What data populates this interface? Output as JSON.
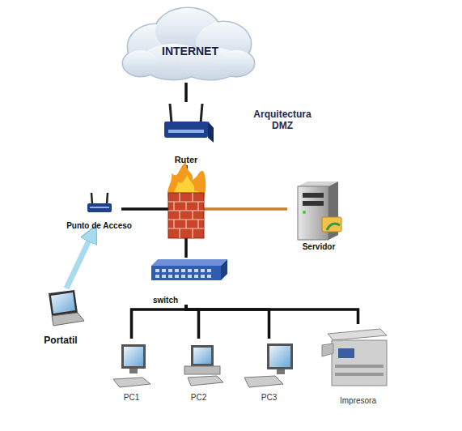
{
  "diagram": {
    "title": "Arquitectura DMZ",
    "nodes": [
      {
        "text": [
          "INTERNET"
        ]
      },
      {
        "text": [
          "Ruter"
        ]
      },
      {
        "text": [
          "Punto de Acceso"
        ]
      },
      {
        "text": [
          "Servidor"
        ]
      },
      {
        "text": [
          "switch"
        ]
      },
      {
        "text": [
          "Portatil"
        ]
      },
      {
        "text": [
          "PC1"
        ]
      },
      {
        "text": [
          "PC2"
        ]
      },
      {
        "text": [
          "PC3"
        ]
      },
      {
        "text": [
          "Impresora"
        ]
      }
    ],
    "edges": [
      {
        "from": 0,
        "to": 1,
        "arrow": "none"
      },
      {
        "from": 1,
        "to": 2,
        "arrow": "none"
      },
      {
        "from": 1,
        "to": 3,
        "arrow": "none"
      },
      {
        "from": 1,
        "to": 4,
        "arrow": "none"
      },
      {
        "from": 5,
        "to": 2,
        "arrow": "to"
      },
      {
        "from": 4,
        "to": 6,
        "arrow": "none"
      },
      {
        "from": 4,
        "to": 7,
        "arrow": "none"
      },
      {
        "from": 4,
        "to": 8,
        "arrow": "none"
      },
      {
        "from": 4,
        "to": 9,
        "arrow": "none"
      }
    ]
  }
}
